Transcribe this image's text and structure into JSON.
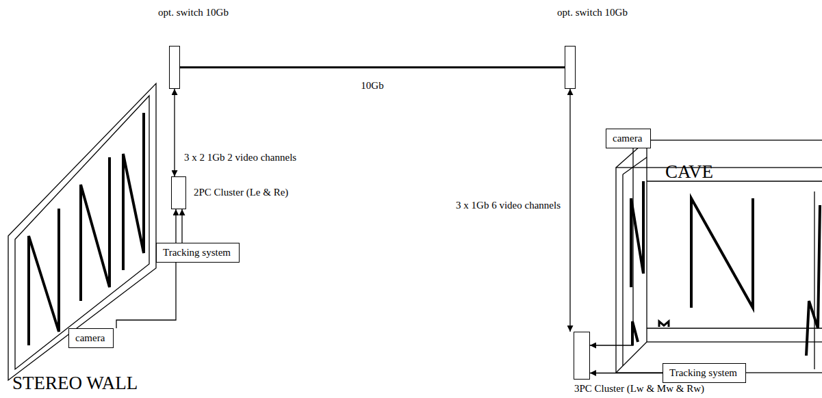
{
  "diagram": {
    "nodes": [
      {
        "text": [
          "opt. switch 10Gb"
        ]
      },
      {
        "text": [
          "opt. switch 10Gb"
        ]
      },
      {
        "text": [
          "2PC Cluster (Le & Re)"
        ]
      },
      {
        "text": [
          "camera"
        ]
      },
      {
        "text": [
          "Tracking system"
        ]
      },
      {
        "text": [
          "camera"
        ]
      },
      {
        "text": [
          "Tracking system"
        ]
      },
      {
        "text": [
          "3PC Cluster (Lw & Mw & Rw)"
        ]
      }
    ],
    "edges": [
      {
        "from": 0,
        "to": 1,
        "arrow": "none",
        "label": "10Gb"
      },
      {
        "from": 0,
        "to": 2,
        "arrow": "both",
        "label": "3 x 2 1Gb 2 video channels"
      },
      {
        "from": 1,
        "to": 7,
        "arrow": "both",
        "label": "3 x 1Gb 6 video channels"
      },
      {
        "from": 3,
        "to": 2,
        "arrow": "to"
      },
      {
        "from": 4,
        "to": 2,
        "arrow": "to"
      },
      {
        "from": 5,
        "to": 7,
        "arrow": "to"
      },
      {
        "from": 6,
        "to": 7,
        "arrow": "to"
      }
    ],
    "labels": [
      "STEREO WALL",
      "CAVE"
    ]
  }
}
